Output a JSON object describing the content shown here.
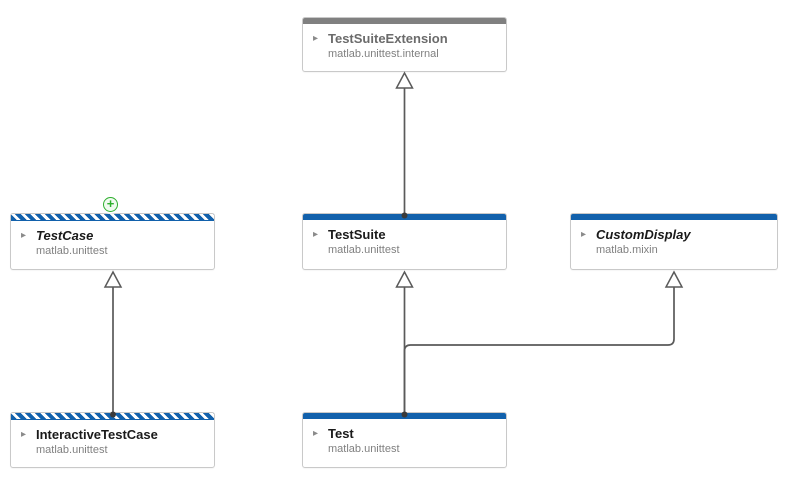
{
  "diagram": {
    "nodes": {
      "testSuiteExtension": {
        "title": "TestSuiteExtension",
        "package": "matlab.unittest.internal"
      },
      "testCase": {
        "title": "TestCase",
        "package": "matlab.unittest"
      },
      "testSuite": {
        "title": "TestSuite",
        "package": "matlab.unittest"
      },
      "customDisplay": {
        "title": "CustomDisplay",
        "package": "matlab.mixin"
      },
      "interactiveTestCase": {
        "title": "InteractiveTestCase",
        "package": "matlab.unittest"
      },
      "test": {
        "title": "Test",
        "package": "matlab.unittest"
      }
    },
    "edges": [
      {
        "from": "testSuite",
        "to": "testSuiteExtension",
        "type": "inheritance"
      },
      {
        "from": "interactiveTestCase",
        "to": "testCase",
        "type": "inheritance"
      },
      {
        "from": "test",
        "to": "testSuite",
        "type": "inheritance"
      },
      {
        "from": "test",
        "to": "customDisplay",
        "type": "inheritance"
      }
    ],
    "icons": {
      "expander": "▸",
      "add": "+"
    },
    "colors": {
      "header_blue": "#1261ac",
      "header_gray": "#808080",
      "edge": "#5a5a5a",
      "add_green": "#2eaf2e"
    }
  }
}
